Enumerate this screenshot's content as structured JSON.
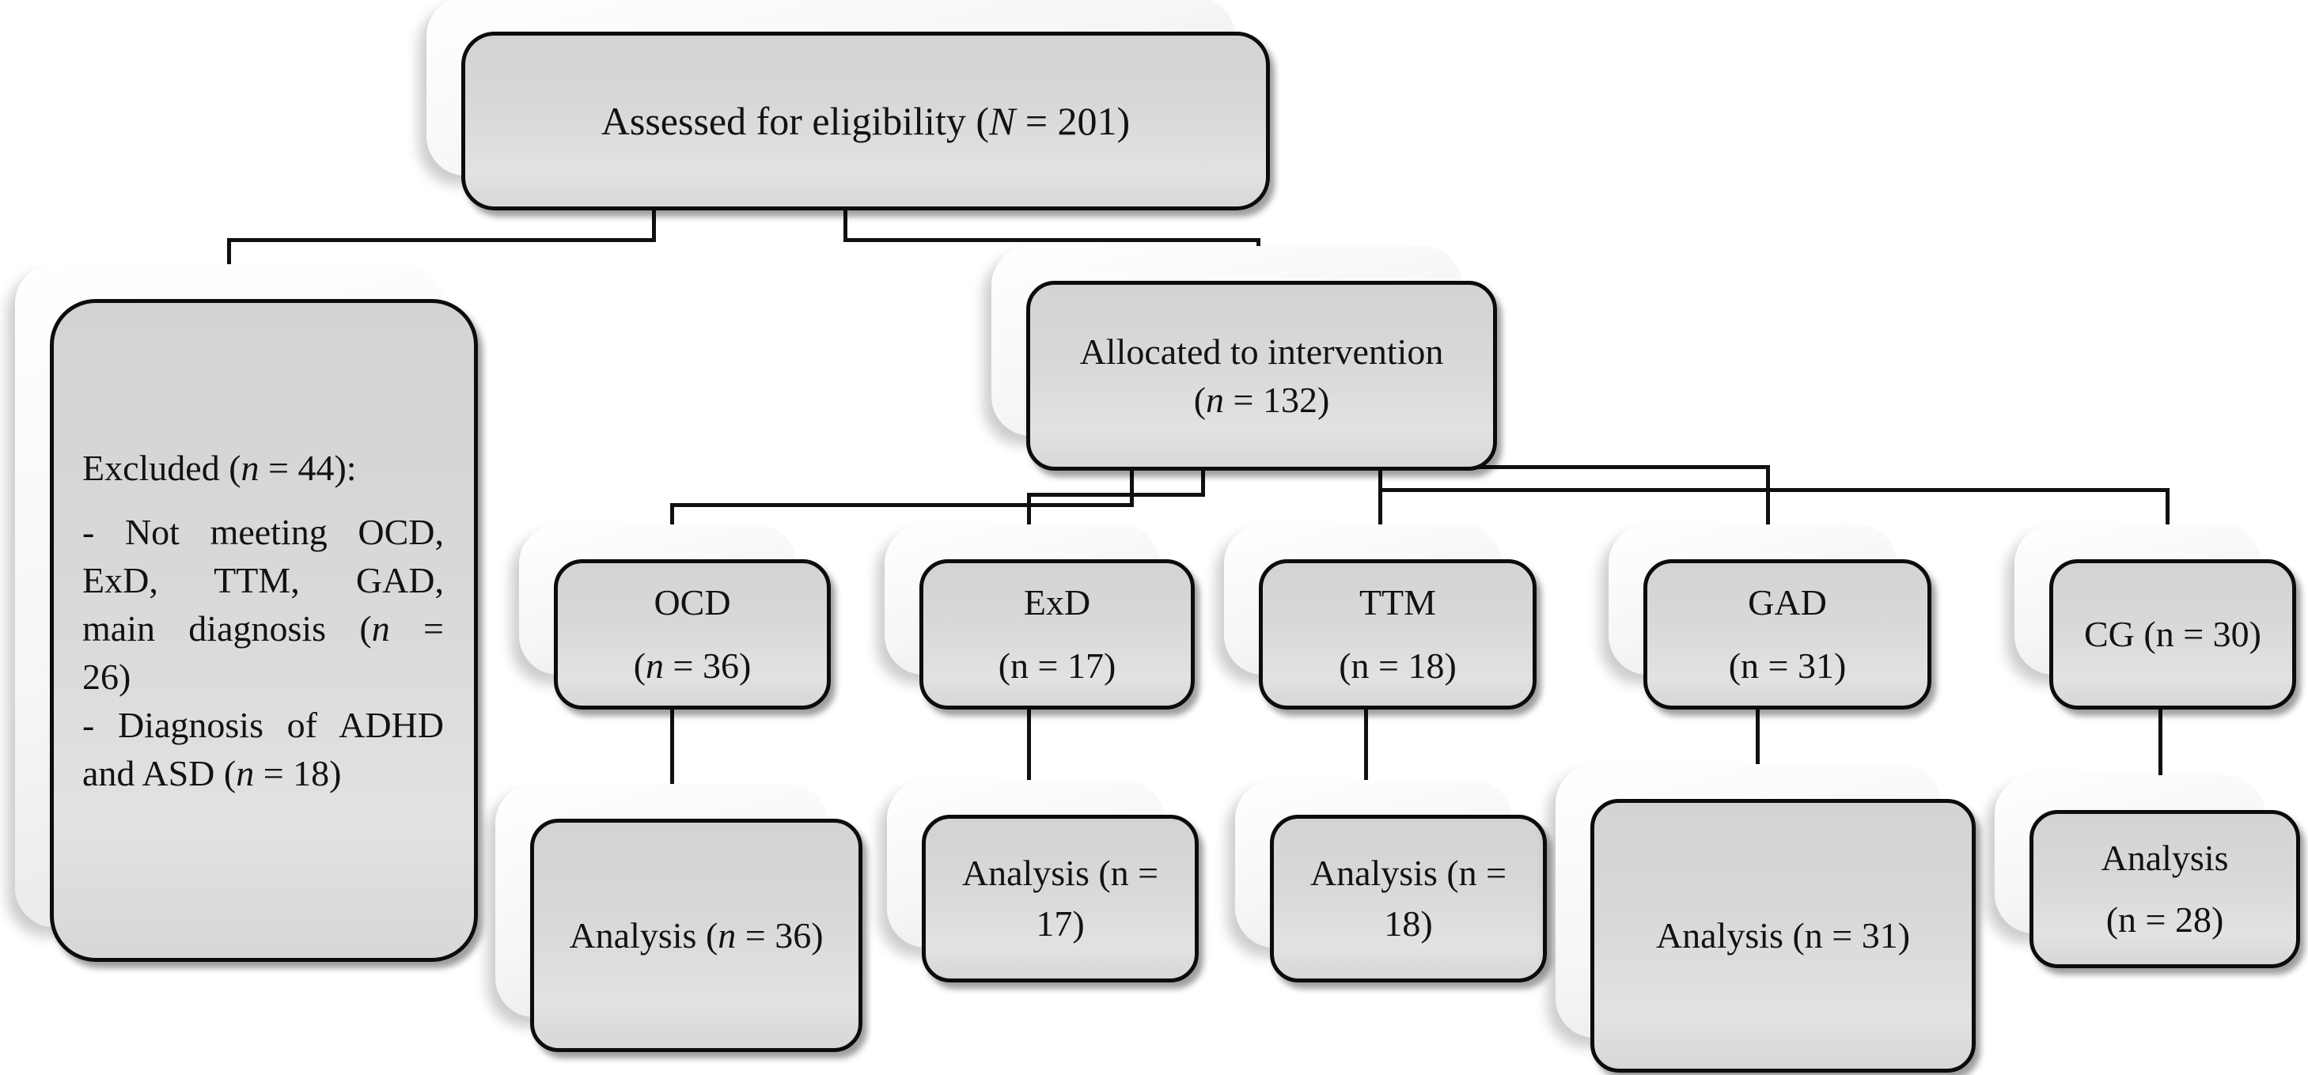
{
  "figure": {
    "kind": "participant flow diagram (CONSORT-style)",
    "background": "#ffffff"
  },
  "colors": {
    "box_fill": "#d9d9d9",
    "box_border": "#0c0c0c",
    "backdrop_fill": "#f6f6f6",
    "connector": "#101010",
    "text": "#121212"
  },
  "nodes": {
    "assessed": {
      "lines": [
        {
          "segs": [
            {
              "t": "Assessed for eligibility ("
            },
            {
              "t": "N",
              "i": true
            },
            {
              "t": " = 201)"
            }
          ]
        }
      ]
    },
    "excluded": {
      "lines": [
        {
          "segs": [
            {
              "t": "Excluded ("
            },
            {
              "t": "n",
              "i": true
            },
            {
              "t": " = 44):"
            }
          ],
          "gap_after": true
        },
        {
          "segs": [
            {
              "t": "- Not meeting OCD,"
            }
          ],
          "justify": true
        },
        {
          "segs": [
            {
              "t": "ExD, TTM, GAD,"
            }
          ],
          "justify": true
        },
        {
          "segs": [
            {
              "t": "main diagnosis ("
            },
            {
              "t": "n",
              "i": true
            },
            {
              "t": " ="
            }
          ],
          "justify": true
        },
        {
          "segs": [
            {
              "t": "26)"
            }
          ]
        },
        {
          "segs": [
            {
              "t": "- Diagnosis of ADHD"
            }
          ],
          "justify": true
        },
        {
          "segs": [
            {
              "t": "and ASD ("
            },
            {
              "t": "n",
              "i": true
            },
            {
              "t": " = 18)"
            }
          ]
        }
      ]
    },
    "allocated": {
      "lines": [
        {
          "segs": [
            {
              "t": "Allocated to intervention"
            }
          ]
        },
        {
          "segs": [
            {
              "t": "("
            },
            {
              "t": "n",
              "i": true
            },
            {
              "t": " = 132)"
            }
          ]
        }
      ]
    },
    "ocd": {
      "lines": [
        {
          "segs": [
            {
              "t": "OCD"
            }
          ]
        },
        {
          "segs": [
            {
              "t": "("
            },
            {
              "t": "n",
              "i": true
            },
            {
              "t": " = 36)"
            }
          ]
        }
      ]
    },
    "exd": {
      "lines": [
        {
          "segs": [
            {
              "t": "ExD"
            }
          ]
        },
        {
          "segs": [
            {
              "t": "(n = 17)"
            }
          ]
        }
      ]
    },
    "ttm": {
      "lines": [
        {
          "segs": [
            {
              "t": "TTM"
            }
          ]
        },
        {
          "segs": [
            {
              "t": "(n = 18)"
            }
          ]
        }
      ]
    },
    "gad": {
      "lines": [
        {
          "segs": [
            {
              "t": "GAD"
            }
          ]
        },
        {
          "segs": [
            {
              "t": "(n = 31)"
            }
          ]
        }
      ]
    },
    "cg": {
      "lines": [
        {
          "segs": [
            {
              "t": "CG (n = 30)"
            }
          ]
        }
      ]
    },
    "analysis_ocd": {
      "lines": [
        {
          "segs": [
            {
              "t": "Analysis ("
            },
            {
              "t": "n",
              "i": true
            },
            {
              "t": " = 36)"
            }
          ]
        }
      ]
    },
    "analysis_exd": {
      "lines": [
        {
          "segs": [
            {
              "t": "Analysis (n ="
            }
          ]
        },
        {
          "segs": [
            {
              "t": "17)"
            }
          ]
        }
      ]
    },
    "analysis_ttm": {
      "lines": [
        {
          "segs": [
            {
              "t": "Analysis (n ="
            }
          ]
        },
        {
          "segs": [
            {
              "t": "18)"
            }
          ]
        }
      ]
    },
    "analysis_gad": {
      "lines": [
        {
          "segs": [
            {
              "t": "Analysis (n = 31)"
            }
          ]
        }
      ]
    },
    "analysis_cg": {
      "lines": [
        {
          "segs": [
            {
              "t": "Analysis"
            }
          ]
        },
        {
          "segs": [
            {
              "t": "(n = 28)"
            }
          ]
        }
      ]
    }
  }
}
